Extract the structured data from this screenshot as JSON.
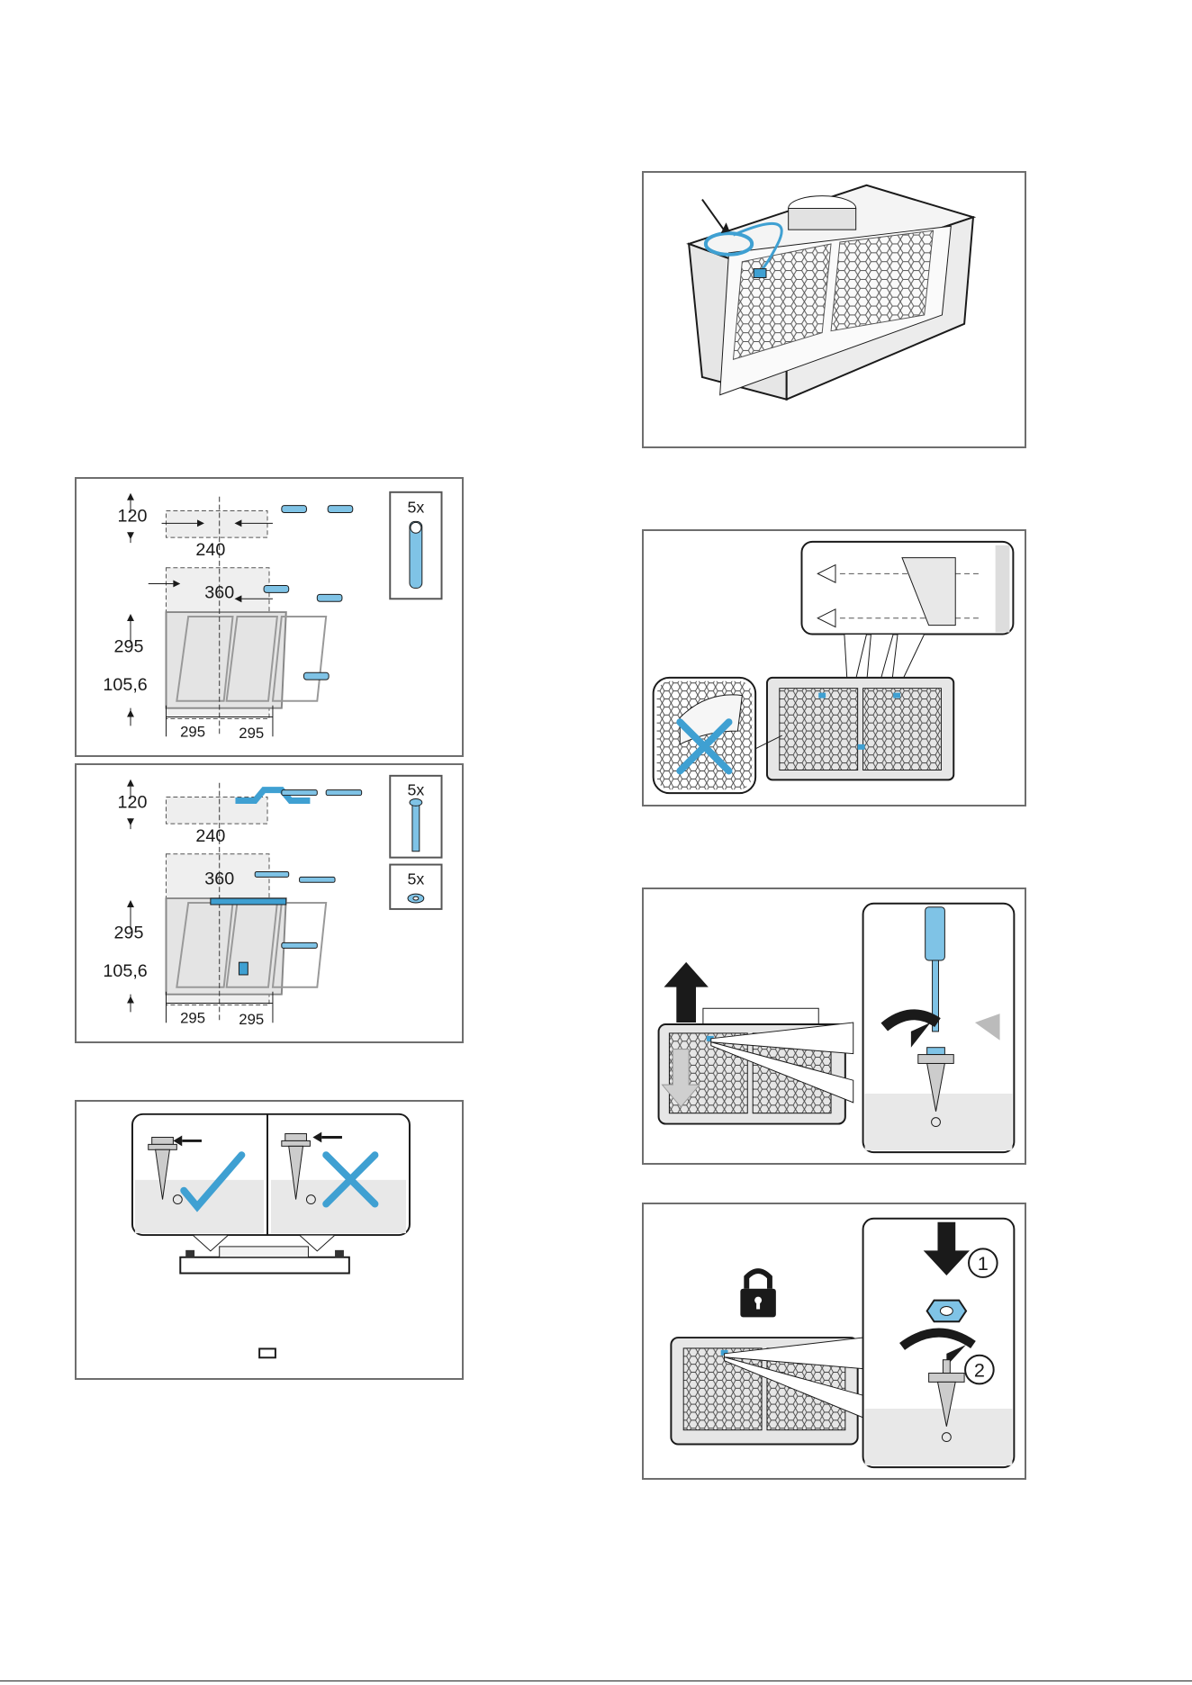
{
  "figures": {
    "fig_a": {
      "dims": {
        "d120": "120",
        "d240": "240",
        "d360": "360",
        "d295": "295",
        "d105": "105,6",
        "b295a": "295",
        "b295b": "295"
      },
      "badge": "5x"
    },
    "fig_b": {
      "dims": {
        "d120": "120",
        "d240": "240",
        "d360": "360",
        "d295": "295",
        "d105": "105,6",
        "b295a": "295",
        "b295b": "295"
      },
      "badge_screws": "5x",
      "badge_washers": "5x"
    },
    "fig_f": {
      "step1": "1",
      "step2": "2"
    }
  },
  "colors": {
    "accent": "#3fa0d2",
    "frame": "#6e6e6e",
    "line": "#1a1a1a"
  },
  "icons": [
    "wall-plug-icon",
    "screw-icon",
    "washer-icon",
    "check-icon",
    "cross-icon",
    "padlock-icon",
    "eye-icon",
    "arrow-up-icon",
    "arrow-down-icon",
    "rotate-icon"
  ]
}
